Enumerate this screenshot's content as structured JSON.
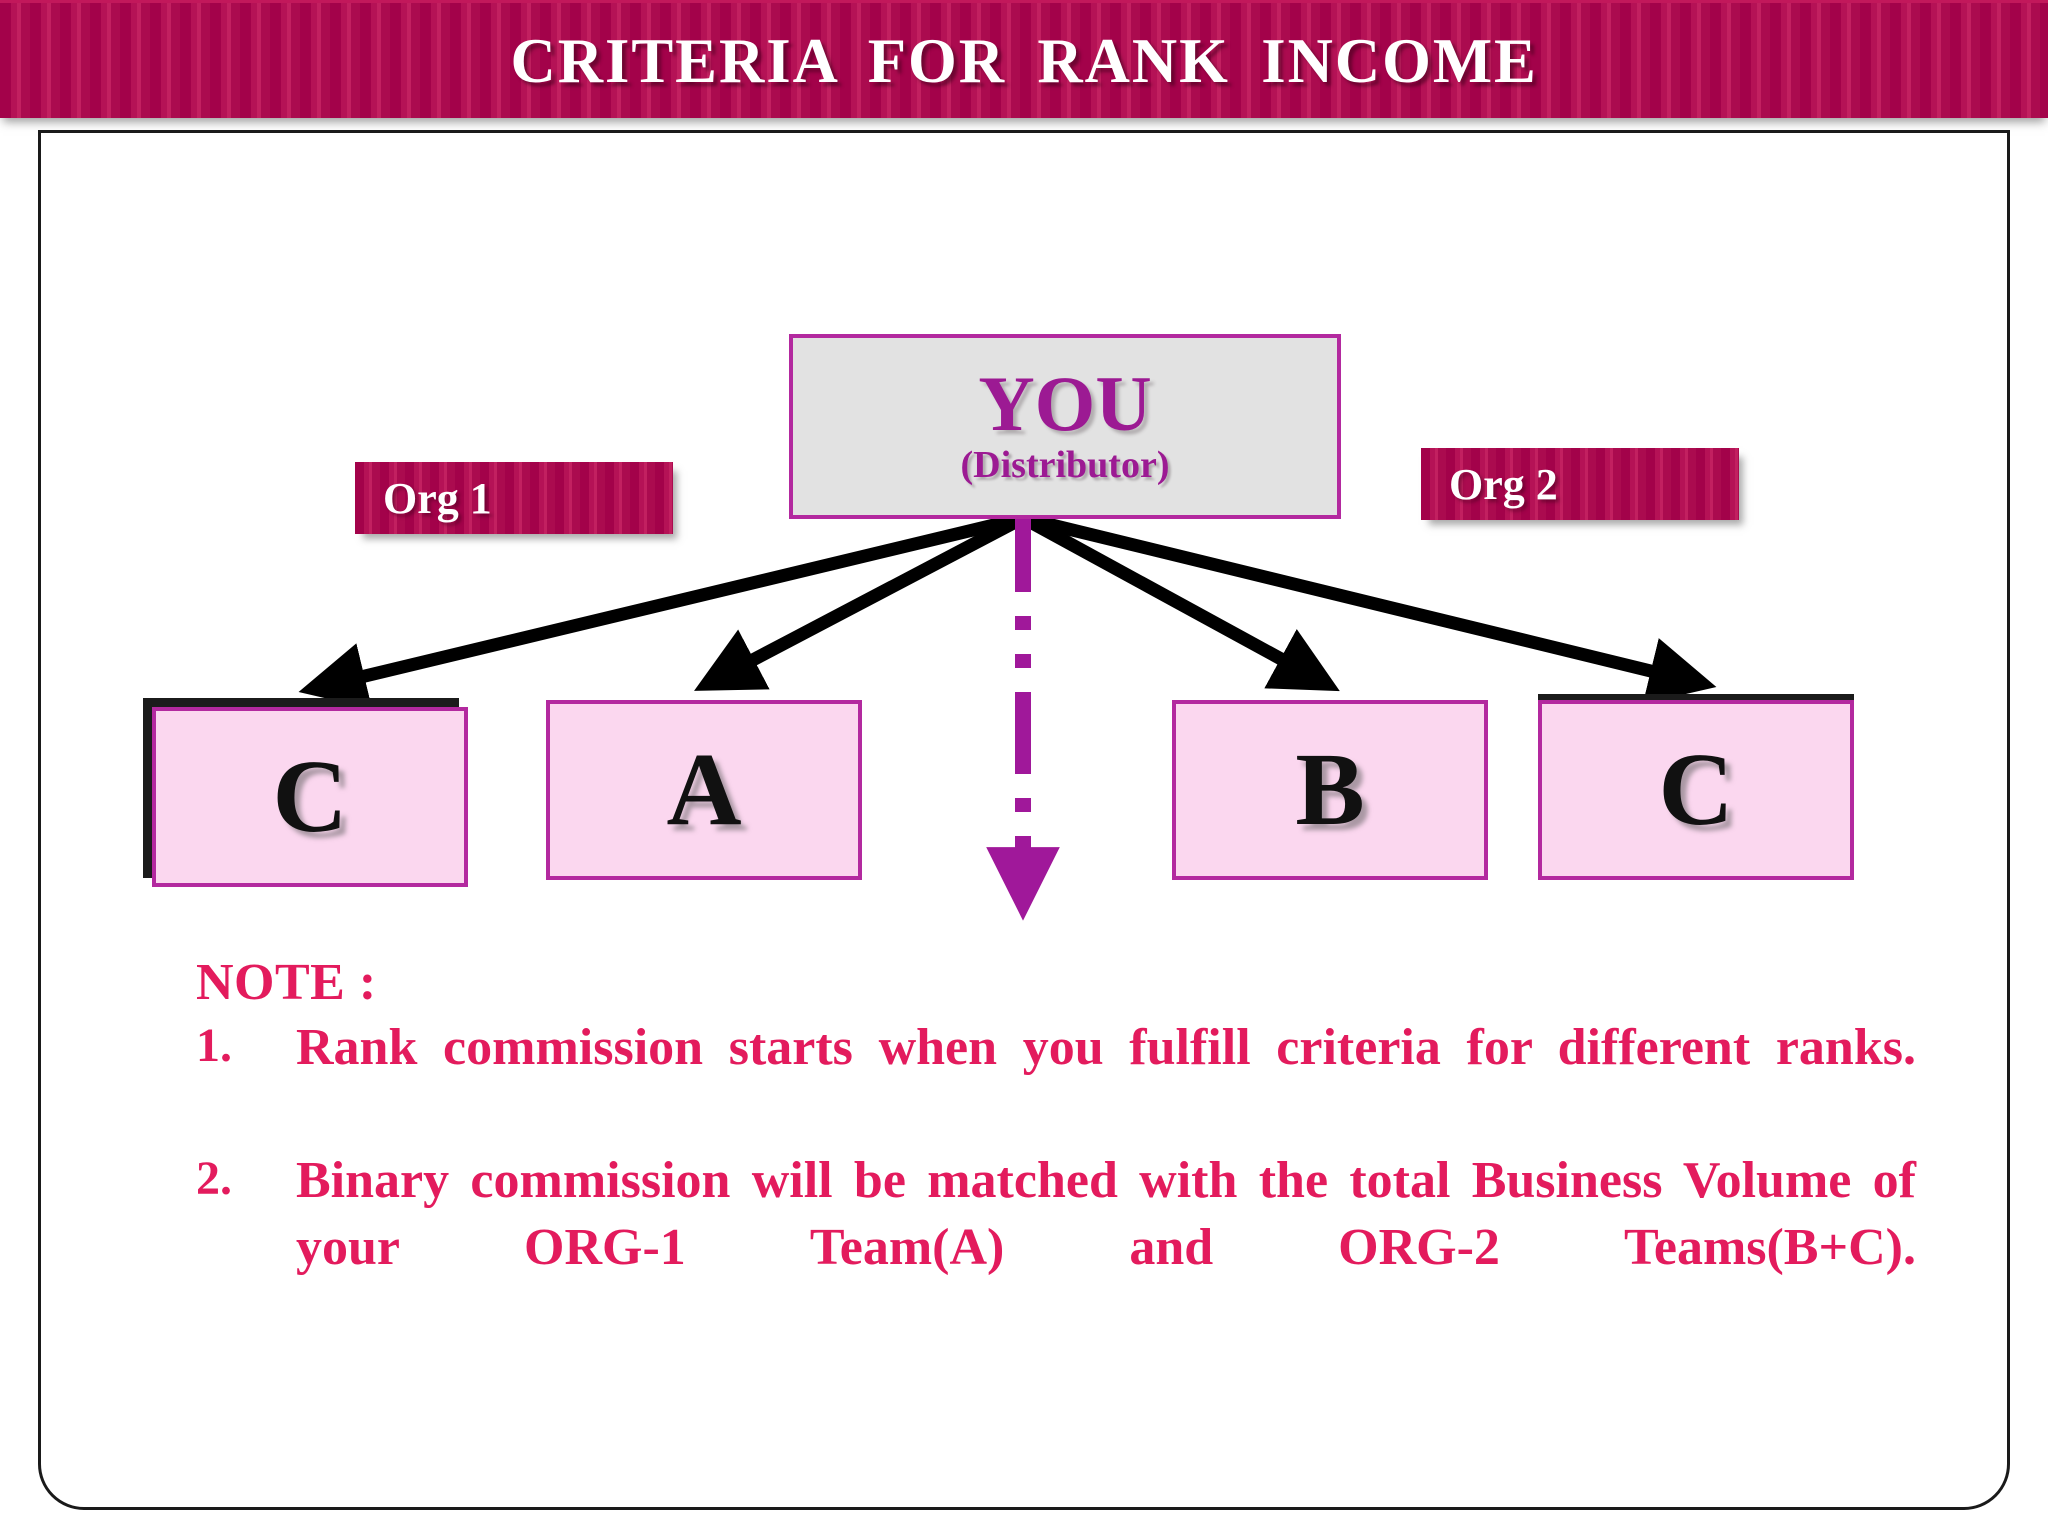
{
  "header": {
    "title": "CRITERIA  FOR  RANK  INCOME",
    "bar_color": "#ad0b4e",
    "text_color": "#ffffff"
  },
  "diagram": {
    "root": {
      "title": "YOU",
      "subtitle": "(Distributor)",
      "fill_color": "#e2e2e2",
      "border_color": "#b3299f",
      "text_color": "#9c1a93"
    },
    "org_tags": [
      {
        "label": "Org 1",
        "side": "left"
      },
      {
        "label": "Org 2",
        "side": "right"
      }
    ],
    "leaf_nodes": [
      {
        "label": "C",
        "org": "Org 1"
      },
      {
        "label": "A",
        "org": "Org 1"
      },
      {
        "label": "B",
        "org": "Org 2"
      },
      {
        "label": "C",
        "org": "Org 2"
      }
    ],
    "leaf_fill_color": "#fbd7ef",
    "leaf_border_color": "#b3299f",
    "arrow_color": "#000000",
    "dashed_arrow_color": "#a0189a"
  },
  "notes": {
    "heading": "NOTE :",
    "items": [
      {
        "number": "1.",
        "text": "Rank commission starts when you fulfill criteria for different ranks."
      },
      {
        "number": "2.",
        "text": "Binary commission will be matched with the total Business Volume of your ORG-1 Team(A)  and  ORG-2 Teams(B+C)."
      }
    ],
    "text_color": "#e31b5d"
  }
}
